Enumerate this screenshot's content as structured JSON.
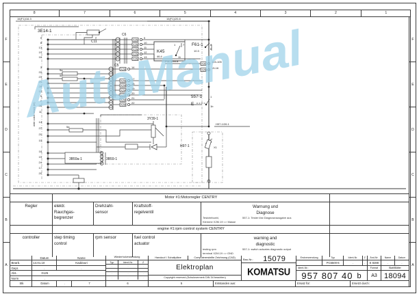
{
  "frame": {
    "columns_top": [
      "8",
      "7",
      "6",
      "5",
      "4",
      "3",
      "2",
      "1"
    ],
    "columns_bottom": [
      "7",
      "6",
      "5"
    ],
    "rows": [
      "F",
      "E",
      "D",
      "C",
      "B",
      "A"
    ]
  },
  "schematic": {
    "net_labels": {
      "left_top": "15(F1)/16.3",
      "right_top": "15(F1)/20.8",
      "fuse_cross_ref": "F61-1/64.8",
      "x3c_terms": "103-105",
      "x2m_terms": "15-16",
      "h97_ref": "H97-1/26.1"
    },
    "components": {
      "controller": "3E14-1",
      "connector_c11": "C11",
      "connector_c6": "C6",
      "connector_c5": "C5",
      "relay_k45": "K45",
      "relay_k45_ref": "46.4",
      "fuse_f61": "F61-1",
      "fuse_f61_ref": "10.3",
      "switch_557": "557-1",
      "switch_557_symbol": "E",
      "lamp_h97": "H97-1",
      "valve_3y39": "3Y39-1",
      "sensor_3b59": "3B59-1",
      "sensor_3b59a": "3B59a-1",
      "wire_color_note": "wire color: black (bl)"
    },
    "terminal_tag": "X2M",
    "terminal_numbers_c6": [
      "9",
      "10",
      "11",
      "12",
      "13"
    ],
    "terminal_numbers_c5": [
      "14",
      "17",
      "18",
      "19",
      "20",
      "21",
      "22"
    ],
    "pin_numbers_top": [
      "9",
      "8",
      "13",
      "19"
    ],
    "pin_numbers_mid": [
      "3",
      "22",
      "23",
      "25",
      "26",
      "12",
      "5",
      "2",
      "28",
      "11"
    ],
    "pin_numbers_low": [
      "14",
      "27",
      "21",
      "10",
      "18",
      "15",
      "24",
      "17",
      "20"
    ]
  },
  "watermark": {
    "text": "AutoManual"
  },
  "legend": {
    "header_de": "Motor #1:Motorregler CENTRY",
    "header_en": "engine #1:rpm control system CENTRY",
    "de": {
      "regler": "Regler",
      "smoke": "elektr.\nRauchgas-\nbegrenzer",
      "speed": "Drehzahl-\nsensor",
      "fuel": "Kraftstoff-\nregelventil",
      "warn": "Warnung und\nDiagnose",
      "note1": "Testdrehzahl,",
      "note2": "557-1: Tester löst Diagnoseausgabe aus",
      "note3": "Klemme X2M.19 => Masse"
    },
    "en": {
      "controller": "controller",
      "smoke": "step timing\ncontrol",
      "speed": "rpm sensor",
      "fuel": "fuel control\nactuator",
      "warn": "warning and\ndiagnostic",
      "note1": "testing rpm",
      "note2": "557-1: switch actuates diagnostic output",
      "note3": "terminal X2M.19 => GND"
    }
  },
  "title_block": {
    "people": {
      "col_headers": [
        "",
        "Datum",
        "Name"
      ],
      "rows": [
        {
          "label": "Bearb.",
          "datum": "14.01.10",
          "name": "Kaddouri"
        },
        {
          "label": "Gepr.",
          "datum": ".",
          "name": "."
        },
        {
          "label": "Abt..",
          "datum": "0125",
          "name": ""
        },
        {
          "label": "Norm",
          "datum": ".",
          "name": ""
        }
      ]
    },
    "reuse": {
      "title": "Wiederholverwendung",
      "cols": [
        "Typ",
        "Ident-Nr.",
        "Z"
      ],
      "rows": [
        [
          ".",
          ".",
          "."
        ],
        [
          ".",
          ".",
          "."
        ],
        [
          ".",
          ".",
          "."
        ],
        [
          ".",
          ".",
          "."
        ]
      ]
    },
    "hand_drawing": "Handout f. Schaltpläne",
    "cad_label": "Computererstellte Zeichnung (CAD)",
    "drawing_title": "Elektroplan",
    "copyright": "Copyright reserved (Schutzvermerk DIN 34 beachten)",
    "bau_nr_label": "Bau-Nr.:",
    "bau_nr": "15079",
    "brand": "KOMATSU",
    "first_use": {
      "label": "Erstverwendung",
      "cols": [
        "Typ",
        "Ident-Nr.",
        "Z",
        "Änd-Nr.",
        "Name",
        "Datum"
      ],
      "values": [
        "PC5500-6",
        ".",
        ".",
        "E 8288",
        ".",
        "."
      ]
    },
    "ident_label": "Ident-Nr.:",
    "ident_no": "957 807 40",
    "ident_rev": "b",
    "format_label": "Format",
    "format": "A3",
    "sheets_label": "Blatt/Blätter",
    "sheets": "18094",
    "bottom": {
      "stk": "Stk",
      "datum": "Datum",
      "dot": ".",
      "entstanden": "Entstanden aus:",
      "entstanden_val": ".",
      "ersatz_fuer": "Ersatz für:",
      "ersatz_fuer_val": ".",
      "ersetzt_durch": "Ersetzt durch:",
      "ersetzt_durch_val": "."
    }
  }
}
